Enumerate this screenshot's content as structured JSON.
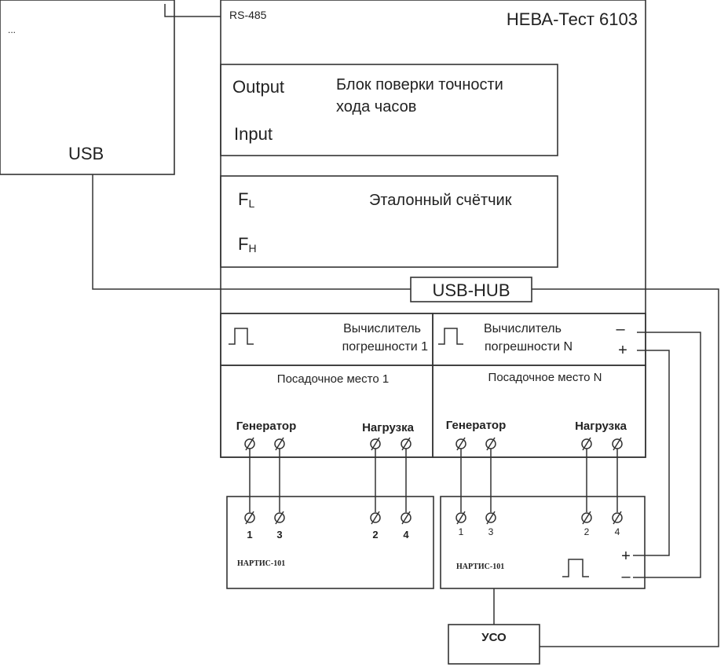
{
  "pc": {
    "label_top": "...",
    "usb_label": "USB"
  },
  "stand": {
    "title": "НЕВА-Тест 6103",
    "rs485_label": "RS-485"
  },
  "clock_unit": {
    "output_label": "Output",
    "input_label": "Input",
    "title_line1": "Блок поверки точности",
    "title_line2": "хода часов"
  },
  "reference_meter": {
    "fl_label": "F",
    "fl_sub": "L",
    "fh_label": "F",
    "fh_sub": "H",
    "title": "Эталонный счётчик"
  },
  "usb_hub": {
    "label": "USB-HUB"
  },
  "error_calc_1": {
    "line1": "Вычислитель",
    "line2": "погрешности 1"
  },
  "error_calc_n": {
    "line1": "Вычислитель",
    "line2": "погрешности N",
    "minus": "–",
    "plus": "+"
  },
  "seat_1": {
    "title": "Посадочное место 1",
    "generator_label": "Генератор",
    "load_label": "Нагрузка"
  },
  "seat_n": {
    "title": "Посадочное место N",
    "generator_label": "Генератор",
    "load_label": "Нагрузка"
  },
  "meter_1": {
    "model": "НАРТИС-101",
    "terminals": [
      "1",
      "3",
      "2",
      "4"
    ]
  },
  "meter_n": {
    "model": "НАРТИС-101",
    "terminals": [
      "1",
      "3",
      "2",
      "4"
    ],
    "plus": "+",
    "minus": "–"
  },
  "uso": {
    "label": "УСО"
  },
  "terminal_symbol": "Ø"
}
